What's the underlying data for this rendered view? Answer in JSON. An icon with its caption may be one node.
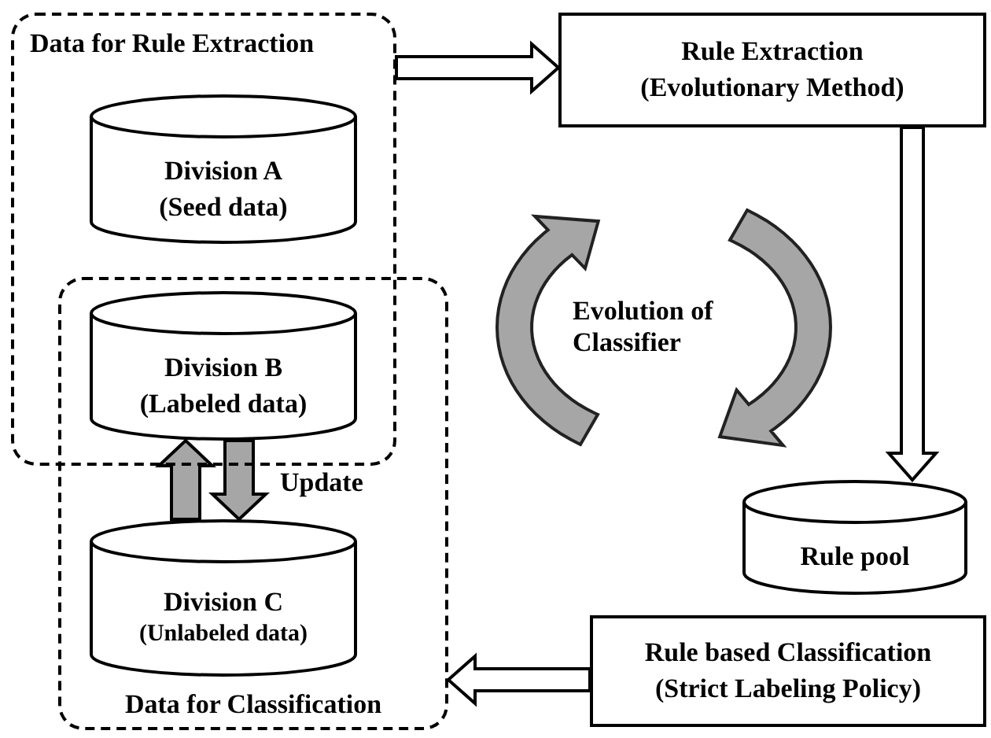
{
  "diagram": {
    "nodes": [
      {
        "text": [
          "Data for Rule Extraction"
        ]
      },
      {
        "text": [
          "Division A",
          "(Seed data)"
        ],
        "in": 0
      },
      {
        "text": [
          "Division B",
          "(Labeled data)"
        ]
      },
      {
        "text": [
          "Data for Classification"
        ]
      },
      {
        "text": [
          "Division C",
          "(Unlabeled data)"
        ],
        "in": 3
      },
      {
        "text": [
          "Rule Extraction",
          "(Evolutionary Method)"
        ]
      },
      {
        "text": [
          "Rule pool"
        ]
      },
      {
        "text": [
          "Rule based Classification",
          "(Strict Labeling Policy)"
        ]
      }
    ],
    "edges": [
      {
        "from": 0,
        "to": 5,
        "arrow": "to"
      },
      {
        "from": 5,
        "to": 6,
        "arrow": "to"
      },
      {
        "from": 7,
        "to": 3,
        "arrow": "to"
      },
      {
        "from": 4,
        "to": 2,
        "arrow": "to",
        "color": "#a6a6a6"
      },
      {
        "from": 2,
        "to": 4,
        "arrow": "to",
        "label": "Update",
        "color": "#a6a6a6"
      }
    ],
    "labels": [
      "Evolution of Classifier"
    ]
  }
}
